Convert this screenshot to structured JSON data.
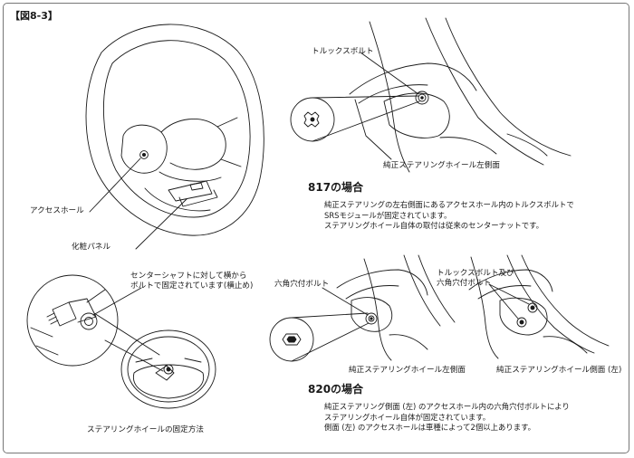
{
  "figure_label": "【図8-3】",
  "left_top": {
    "access_hole_label": "アクセスホール",
    "trim_panel_label": "化粧パネル"
  },
  "left_bottom": {
    "callout_lines": [
      "センターシャフトに対して横から",
      "ボルトで固定されています(横止め)"
    ],
    "caption": "ステアリングホイールの固定方法"
  },
  "case_817": {
    "torx_label": "トルックスボルト",
    "view_caption": "純正ステアリングホイール左側面",
    "heading": "817の場合",
    "description": [
      "純正ステアリングの左右側面にあるアクセスホール内のトルクスボルトで",
      "SRSモジュールが固定されています。",
      "ステアリングホイール自体の取付は従来のセンターナットです。"
    ]
  },
  "case_820": {
    "hex_label": "六角穴付ボルト",
    "torx_hex_lines": [
      "トルックスボルト及び",
      "六角穴付ボルト"
    ],
    "view_caption_left": "純正ステアリングホイール左側面",
    "view_caption_right": "純正ステアリングホイール側面 (左)",
    "heading": "820の場合",
    "description": [
      "純正ステアリング側面 (左) のアクセスホール内の六角穴付ボルトにより",
      "ステアリングホイール自体が固定されています。",
      "側面 (左) のアクセスホールは車種によって2個以上あります。"
    ]
  },
  "colors": {
    "line": "#1a1a1a",
    "paper": "#ffffff",
    "panel_shade": "#e6e6e6",
    "frame": "#777777"
  }
}
